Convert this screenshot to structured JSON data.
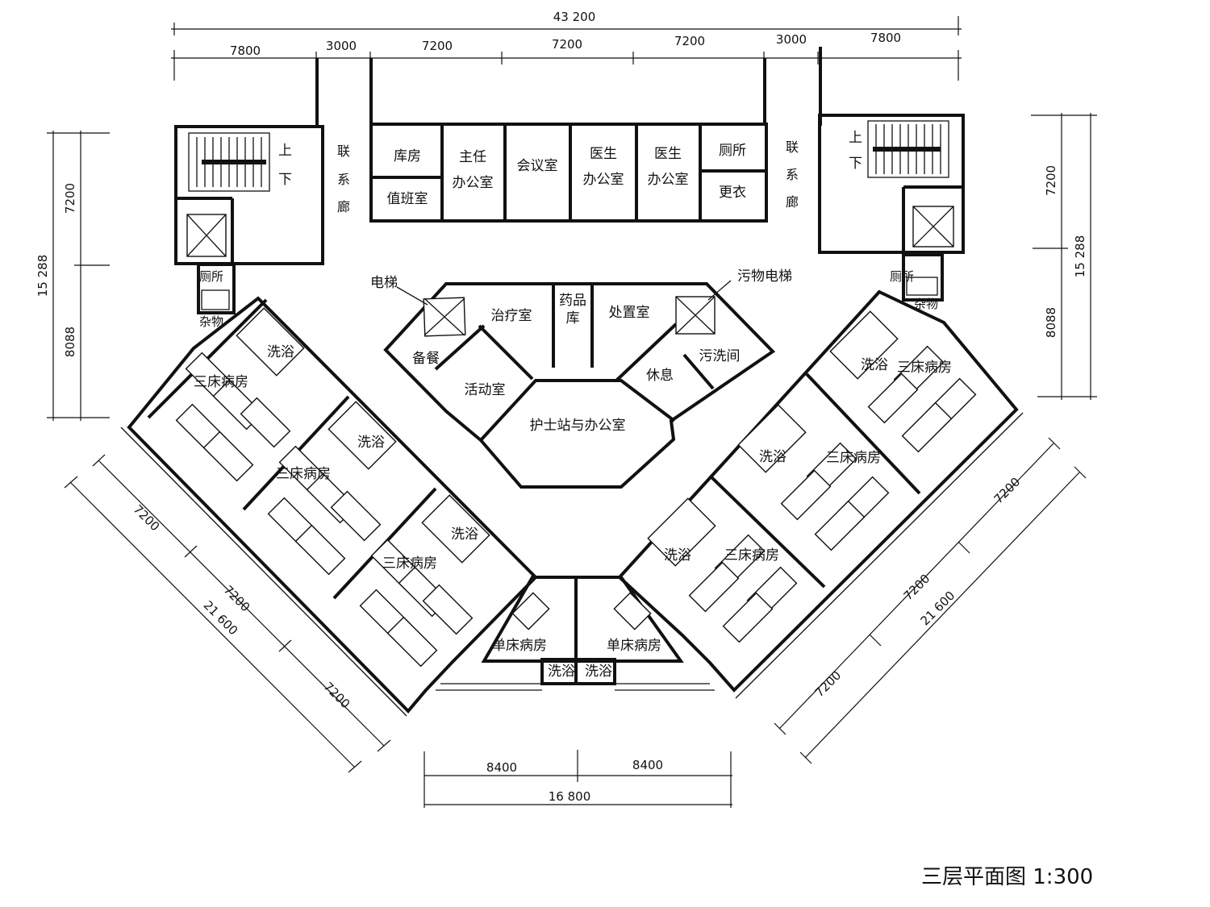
{
  "caption": "三层平面图 1:300",
  "dimensions": {
    "top_total": "43 200",
    "top_segments": [
      "7800",
      "3000",
      "7200",
      "7200",
      "7200",
      "3000",
      "7800"
    ],
    "left_total": "15 288",
    "left_upper": "7200",
    "left_lower": "8088",
    "right_total": "15 288",
    "right_upper": "7200",
    "right_lower": "8088",
    "bottom_left_a": "8400",
    "bottom_right_a": "8400",
    "bottom_total": "16 800",
    "sw_seg1": "7200",
    "sw_seg2": "7200",
    "sw_total": "21 600",
    "sw_seg3": "7200",
    "se_seg1": "7200",
    "se_seg2": "7200",
    "se_total": "21 600",
    "se_seg3": "7200"
  },
  "rooms": {
    "storeroom": "库房",
    "duty_room": "值班室",
    "director_office_1": "主任",
    "director_office_2": "办公室",
    "meeting_room": "会议室",
    "doctor_office_a_1": "医生",
    "doctor_office_a_2": "办公室",
    "doctor_office_b_1": "医生",
    "doctor_office_b_2": "办公室",
    "toilet_top": "厕所",
    "changing": "更衣",
    "corridor_left": [
      "联",
      "系",
      "廊"
    ],
    "corridor_right": [
      "联",
      "系",
      "廊"
    ],
    "stair_up_left": "上",
    "stair_down_left": "下",
    "stair_up_right": "上",
    "stair_down_right": "下",
    "toilet_left": "厕所",
    "toilet_right": "厕所",
    "storage_left": "杂物",
    "storage_right": "杂物",
    "elevator": "电梯",
    "dirty_elevator": "污物电梯",
    "treatment": "治疗室",
    "pharmacy_1": "药品",
    "pharmacy_2": "库",
    "disposal": "处置室",
    "pantry": "备餐",
    "activity": "活动室",
    "rest": "休息",
    "washroom": "污洗间",
    "nurse_station": "护士站与办公室",
    "ward_left_1": "三床病房",
    "ward_left_2": "三床病房",
    "ward_left_3": "三床病房",
    "ward_right_1": "三床病房",
    "ward_right_2": "三床病房",
    "ward_right_3": "三床病房",
    "single_left": "单床病房",
    "single_right": "单床病房",
    "bath": "洗浴",
    "bath_single_left": "洗浴",
    "bath_single_right": "洗浴"
  }
}
